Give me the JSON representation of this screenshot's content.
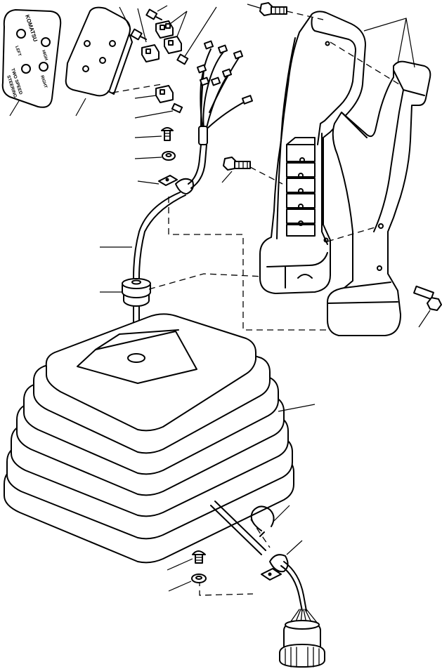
{
  "plate": {
    "brand": "KOMATSU",
    "label_high": "HIGH",
    "label_left": "LEFT",
    "label_right": "RIGHT",
    "label_two_speed": "TWO SPEED",
    "label_steering": "STEERING"
  },
  "colors": {
    "line": "#000000",
    "background": "#ffffff"
  }
}
